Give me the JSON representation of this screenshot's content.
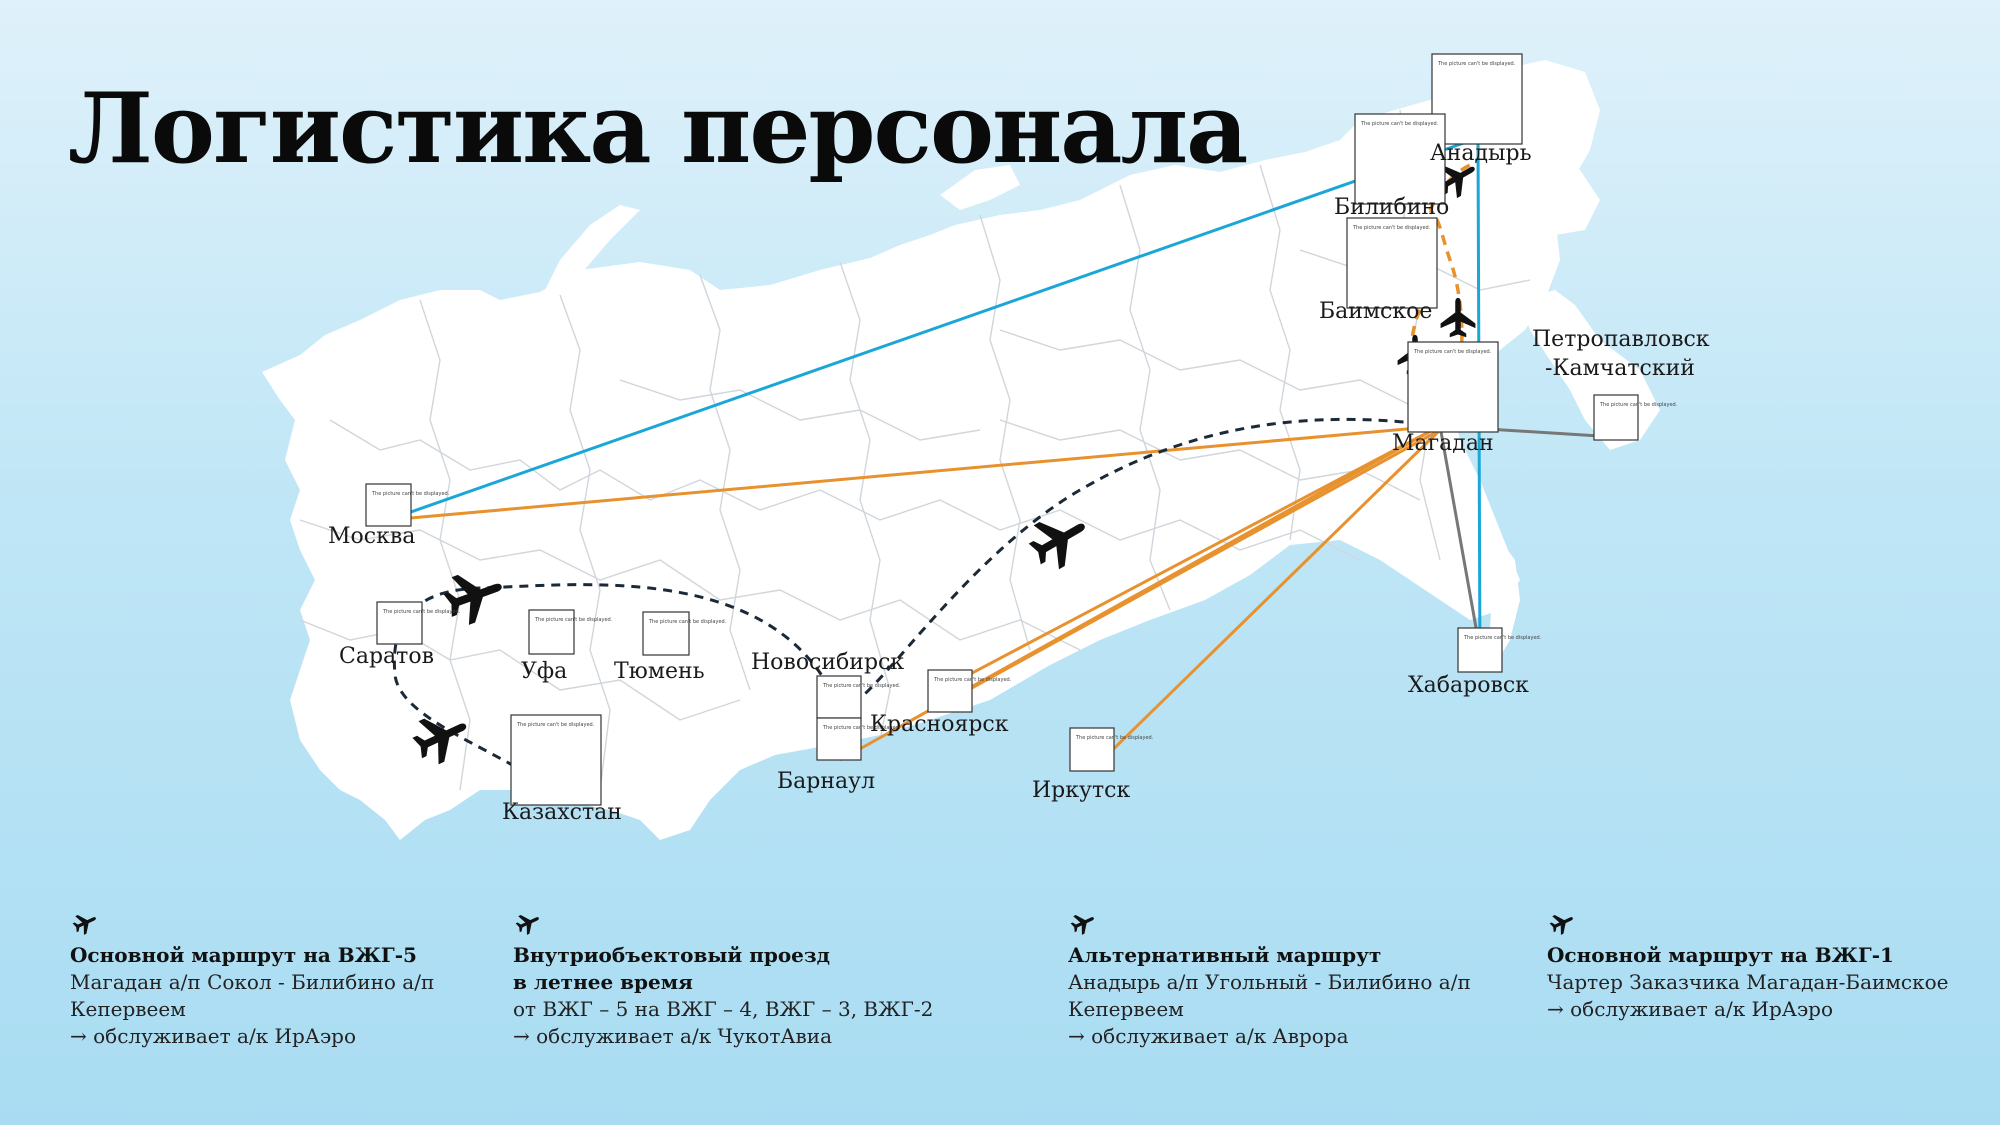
{
  "title": "Логистика персонала",
  "placeholder_text": "The picture can't be displayed.",
  "colors": {
    "main_route": "#e8922f",
    "alt_route": "#1aa6d6",
    "kamchatka_route": "#777777",
    "internal_route": "#1c2a38",
    "land": "#ffffff",
    "borders": "#d0d6dc",
    "sea": "#bfe6f6"
  },
  "cities": {
    "moscow": "Москва",
    "saratov": "Саратов",
    "ufa": "Уфа",
    "tyumen": "Тюмень",
    "novosibirsk": "Новосибирск",
    "barnaul": "Барнаул",
    "krasnoyarsk": "Красноярск",
    "irkutsk": "Иркутск",
    "kazakhstan": "Казахстан",
    "magadan": "Магадан",
    "anadyr": "Анадырь",
    "bilibino": "Билибино",
    "baimskoe": "Баимское",
    "petropavlovsk_1": "Петропавловск",
    "petropavlovsk_2": "-Камчатский",
    "khabarovsk": "Хабаровск"
  },
  "legend": [
    {
      "icon": "airplane-icon",
      "title_lines": [
        "Основной маршрут на ВЖГ-5"
      ],
      "lines": [
        "Магадан а/п Сокол - Билибино а/п",
        "Кепервеем",
        "→ обслуживает а/к ИрАэро"
      ]
    },
    {
      "icon": "airplane-icon",
      "title_lines": [
        "Внутриобъектовый проезд",
        "в летнее время"
      ],
      "lines": [
        "от ВЖГ – 5 на ВЖГ – 4, ВЖГ – 3, ВЖГ-2",
        "→ обслуживает а/к ЧукотАвиа"
      ]
    },
    {
      "icon": "airplane-icon",
      "title_lines": [
        "Альтернативный маршрут"
      ],
      "lines": [
        "Анадырь а/п Угольный - Билибино а/п",
        "Кепервеем",
        "→ обслуживает а/к Аврора"
      ]
    },
    {
      "icon": "airplane-icon",
      "title_lines": [
        "Основной маршрут на ВЖГ-1"
      ],
      "lines": [
        "Чартер Заказчика Магадан-Баимское",
        "→ обслуживает а/к ИрАэро"
      ]
    }
  ]
}
